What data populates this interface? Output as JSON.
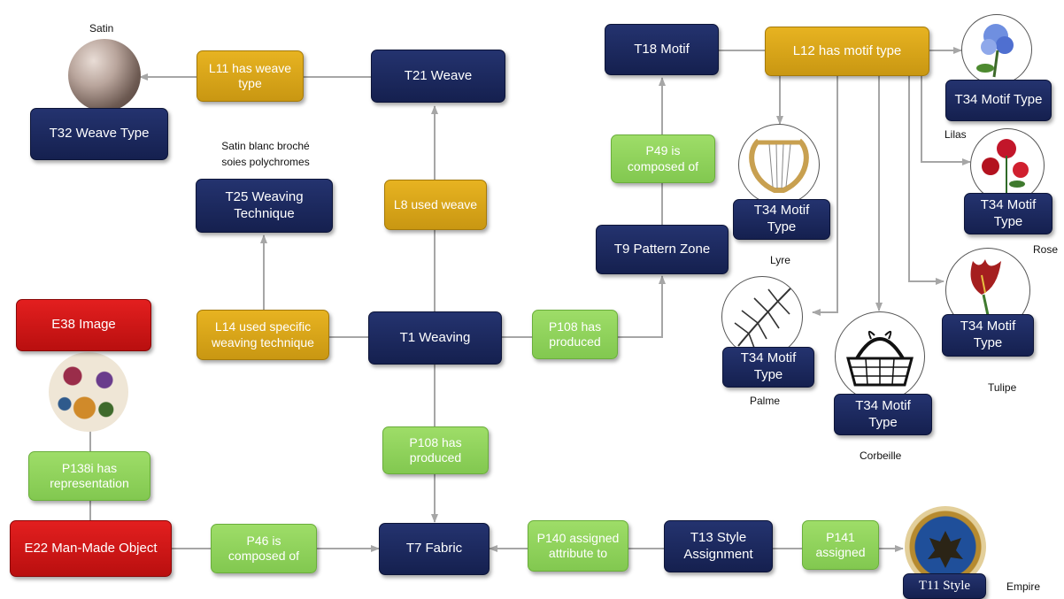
{
  "nodes": {
    "t32": "T32 Weave Type",
    "l11": "L11 has weave type",
    "t21": "T21 Weave",
    "t18": "T18 Motif",
    "l12": "L12 has motif type",
    "t25": "T25 Weaving Technique",
    "l8": "L8 used weave",
    "p49": "P49 is composed of",
    "t9": "T9 Pattern Zone",
    "e38": "E38 Image",
    "l14": "L14 used specific weaving technique",
    "t1": "T1 Weaving",
    "p108a": "P108 has produced",
    "p108b": "P108 has produced",
    "p138i": "P138i has representation",
    "e22": "E22 Man-Made Object",
    "p46": "P46 is composed of",
    "t7": "T7 Fabric",
    "p140": "P140 assigned attribute to",
    "t13": "T13 Style Assignment",
    "p141": "P141 assigned",
    "t11": "T11 Style",
    "m_lilas": "T34 Motif Type",
    "m_lyre": "T34 Motif Type",
    "m_rose": "T34 Motif Type",
    "m_palme": "T34 Motif Type",
    "m_tulipe": "T34 Motif Type",
    "m_corbeille": "T34 Motif Type"
  },
  "captions": {
    "satin": "Satin",
    "technique": "Satin blanc broché soies polychromes",
    "lilas": "Lilas",
    "lyre": "Lyre",
    "rose": "Rose",
    "palme": "Palme",
    "tulipe": "Tulipe",
    "corbeille": "Corbeille",
    "empire": "Empire"
  },
  "colors": {
    "class_node": "#1b2760",
    "property_node": "#d8a51a",
    "relation_node": "#8fd35b",
    "root_node": "#d01414",
    "arrow": "#a6a6a6"
  }
}
